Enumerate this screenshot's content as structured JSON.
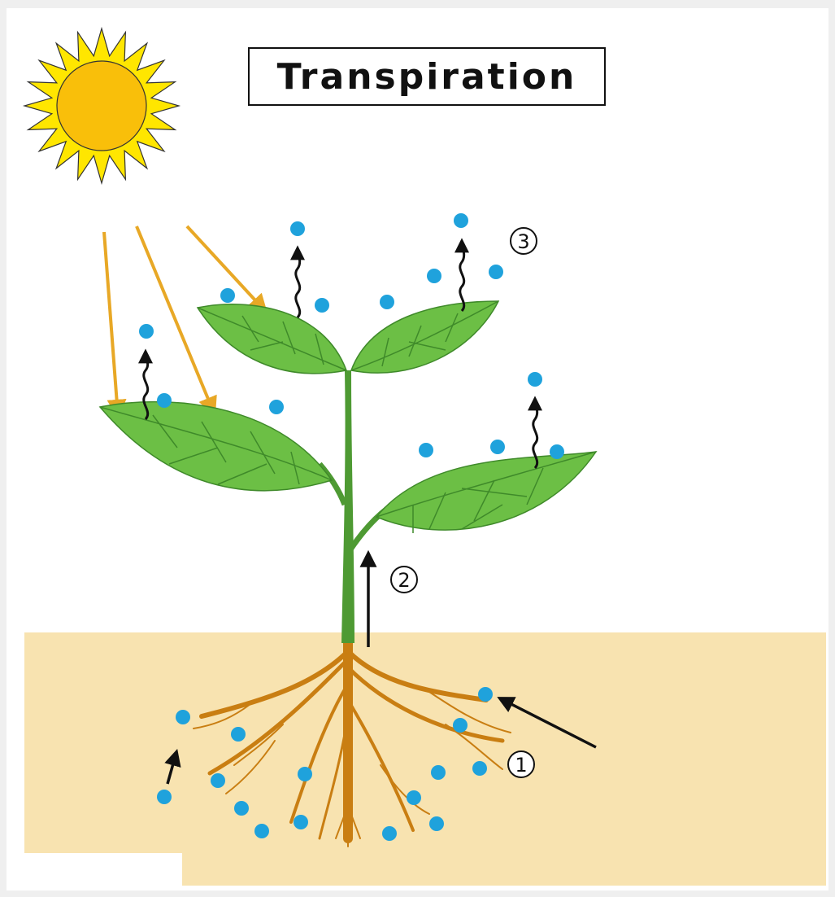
{
  "title": "Transpiration",
  "steps": [
    {
      "label": "1",
      "meaning": "water uptake by roots"
    },
    {
      "label": "2",
      "meaning": "water moves up the stem"
    },
    {
      "label": "3",
      "meaning": "water vapor leaves the leaves"
    }
  ],
  "colors": {
    "sun_core": "#f9bf0a",
    "sun_rays": "#ffe600",
    "sunlight_arrows": "#e8a826",
    "leaf": "#6cbf45",
    "leaf_dark": "#3f8a2a",
    "stem": "#4e9a33",
    "root": "#c97e12",
    "soil": "#f8e3b0",
    "water": "#1fa2dc"
  },
  "icons": [
    "sun-icon",
    "water-droplet-icon",
    "sunlight-arrow-icon",
    "vapor-arrow-icon"
  ]
}
